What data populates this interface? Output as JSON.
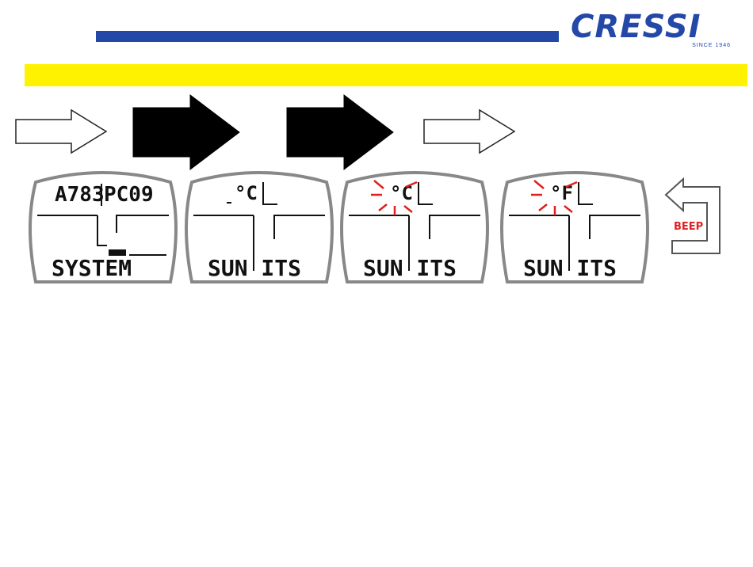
{
  "logo": {
    "brand": "CRESSI",
    "since": "SINCE 1946"
  },
  "colors": {
    "brand_blue": "#2448a8",
    "band_yellow": "#fff200",
    "flash_red": "#e02020",
    "beep_red": "#e02020"
  },
  "sequence": {
    "arrows": [
      {
        "style": "outline"
      },
      {
        "style": "filled"
      },
      {
        "style": "filled"
      },
      {
        "style": "outline"
      }
    ],
    "displays": [
      {
        "top_left": "A783",
        "top_right": "PC09",
        "bottom": "SYSTEM",
        "flashing": false
      },
      {
        "top_left": "",
        "top_right": "°C",
        "bottom": "SUN ITS",
        "flashing": false
      },
      {
        "top_left": "",
        "top_right": "°C",
        "bottom": "SUN ITS",
        "flashing": true
      },
      {
        "top_left": "",
        "top_right": "°F",
        "bottom": "SUN ITS",
        "flashing": true
      }
    ]
  },
  "beep": {
    "label": "BEEP",
    "icon": "return-arrow-icon"
  }
}
